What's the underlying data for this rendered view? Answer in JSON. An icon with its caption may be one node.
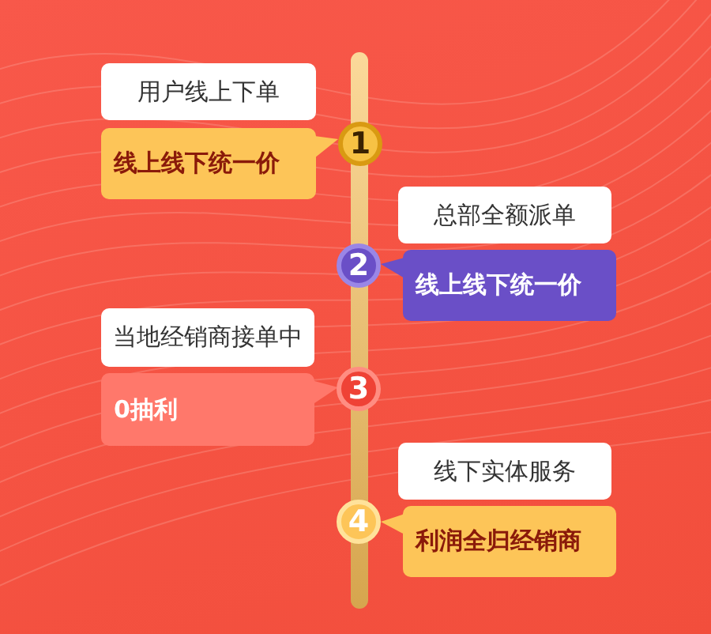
{
  "diagram": {
    "nodes": [
      {
        "text": [
          "用户线上下单"
        ]
      },
      {
        "text": [
          "1"
        ]
      },
      {
        "text": [
          "线上线下统一价"
        ]
      },
      {
        "text": [
          "总部全额派单"
        ]
      },
      {
        "text": [
          "2"
        ]
      },
      {
        "text": [
          "线上线下统一价"
        ]
      },
      {
        "text": [
          "当地经销商接单中"
        ]
      },
      {
        "text": [
          "3"
        ]
      },
      {
        "text": [
          "0抽利"
        ]
      },
      {
        "text": [
          "线下实体服务"
        ]
      },
      {
        "text": [
          "4"
        ]
      },
      {
        "text": [
          "利润全归经销商"
        ]
      }
    ]
  }
}
